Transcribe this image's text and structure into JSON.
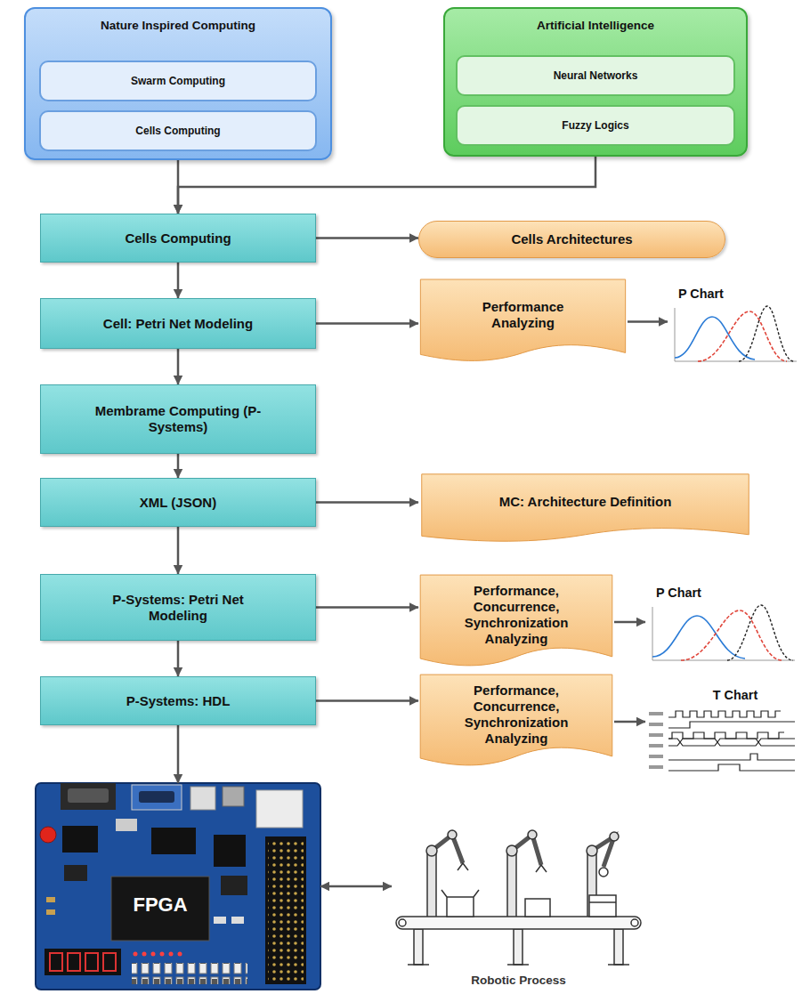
{
  "diagram": {
    "nodes": [
      {
        "text": [
          "Nature Inspired Computing"
        ]
      },
      {
        "text": [
          "Swarm Computing"
        ],
        "in": 0
      },
      {
        "text": [
          "Cells Computing"
        ],
        "in": 0
      },
      {
        "text": [
          "Artificial Intelligence"
        ]
      },
      {
        "text": [
          "Neural Networks"
        ],
        "in": 3
      },
      {
        "text": [
          "Fuzzy Logics"
        ],
        "in": 3
      },
      {
        "text": [
          "Cells Computing"
        ]
      },
      {
        "text": [
          "Cells Architectures"
        ]
      },
      {
        "text": [
          "Cell: Petri Net Modeling"
        ]
      },
      {
        "text": [
          "Performance Analyzing"
        ]
      },
      {
        "text": [
          "P Chart"
        ]
      },
      {
        "text": [
          "Membrame Computing (P-Systems)"
        ]
      },
      {
        "text": [
          "XML (JSON)"
        ]
      },
      {
        "text": [
          "MC: Architecture Definition"
        ]
      },
      {
        "text": [
          "P-Systems: Petri Net Modeling"
        ]
      },
      {
        "text": [
          "Performance, Concurrence, Synchronization Analyzing"
        ]
      },
      {
        "text": [
          "P Chart"
        ]
      },
      {
        "text": [
          "P-Systems: HDL"
        ]
      },
      {
        "text": [
          "Performance, Concurrence, Synchronization Analyzing"
        ]
      },
      {
        "text": [
          "T Chart"
        ]
      },
      {
        "text": [
          "FPGA"
        ]
      },
      {
        "text": [
          "Robotic Process"
        ]
      }
    ],
    "edges": [
      {
        "from": 0,
        "to": 6,
        "arrow": "to"
      },
      {
        "from": 3,
        "to": 6,
        "arrow": "to"
      },
      {
        "from": 6,
        "to": 7,
        "arrow": "to"
      },
      {
        "from": 6,
        "to": 8,
        "arrow": "to"
      },
      {
        "from": 8,
        "to": 9,
        "arrow": "to"
      },
      {
        "from": 9,
        "to": 10,
        "arrow": "to"
      },
      {
        "from": 8,
        "to": 11,
        "arrow": "to"
      },
      {
        "from": 11,
        "to": 12,
        "arrow": "to"
      },
      {
        "from": 12,
        "to": 13,
        "arrow": "to"
      },
      {
        "from": 12,
        "to": 14,
        "arrow": "to"
      },
      {
        "from": 14,
        "to": 15,
        "arrow": "to"
      },
      {
        "from": 15,
        "to": 16,
        "arrow": "to"
      },
      {
        "from": 14,
        "to": 17,
        "arrow": "to"
      },
      {
        "from": 17,
        "to": 18,
        "arrow": "to"
      },
      {
        "from": 18,
        "to": 19,
        "arrow": "to"
      },
      {
        "from": 17,
        "to": 20,
        "arrow": "to"
      },
      {
        "from": 20,
        "to": 21,
        "arrow": "both"
      }
    ]
  }
}
